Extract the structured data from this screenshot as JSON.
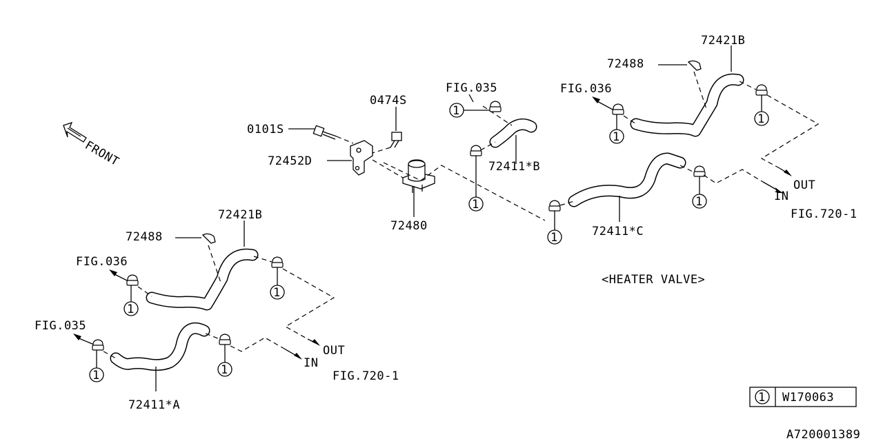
{
  "front_label": "FRONT",
  "title_caption": "<HEATER VALVE>",
  "legend": {
    "symbol": "1",
    "part_number": "W170063"
  },
  "diagram_id": "A720001389",
  "callouts": {
    "p0101S": "0101S",
    "p0474S": "0474S",
    "p72452D": "72452D",
    "p72480": "72480",
    "fig035_top": "FIG.035",
    "p72411B": "72411*B",
    "fig036_top": "FIG.036",
    "p72488_top": "72488",
    "p72421B_top": "72421B",
    "out_top": "OUT",
    "in_top": "IN",
    "fig720_top": "FIG.720-1",
    "p72411C": "72411*C",
    "p72421B_left": "72421B",
    "p72488_left": "72488",
    "fig036_left": "FIG.036",
    "fig035_left": "FIG.035",
    "out_left": "OUT",
    "in_left": "IN",
    "fig720_left": "FIG.720-1",
    "p72411A": "72411*A"
  },
  "clamp_marker": "1"
}
